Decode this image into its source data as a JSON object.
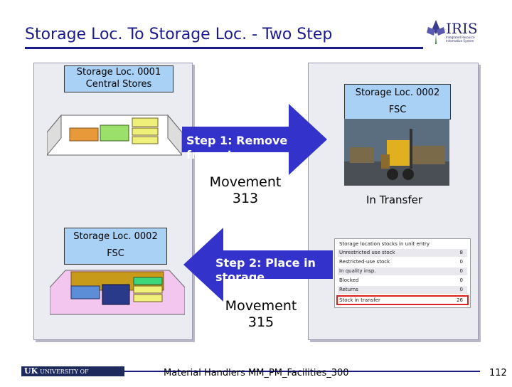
{
  "title": "Storage Loc. To Storage Loc. - Two Step",
  "logo": {
    "name": "IRIS",
    "tagline": "Integrated Resource Information System"
  },
  "panels": {
    "top_left_location": {
      "code": "Storage Loc. 0001",
      "name": "Central Stores"
    },
    "top_right_location": {
      "code": "Storage Loc. 0002",
      "name": "FSC"
    },
    "bottom_left_location": {
      "code": "Storage Loc. 0002",
      "name": "FSC"
    },
    "in_transfer_label": "In Transfer"
  },
  "steps": {
    "step1": {
      "line1": "Step 1: Remove",
      "line2": "from storage"
    },
    "movement1": {
      "line1": "Movement",
      "line2": "313"
    },
    "step2": {
      "line1": "Step 2: Place in",
      "line2": "storage"
    },
    "movement2": {
      "line1": "Movement",
      "line2": "315"
    }
  },
  "stock_table": {
    "header": "Storage location stocks in unit entry",
    "rows": [
      {
        "label": "Unrestricted use stock",
        "value": "8"
      },
      {
        "label": "Restricted-use stock",
        "value": "0"
      },
      {
        "label": "In quality insp.",
        "value": "0"
      },
      {
        "label": "Blocked",
        "value": "0"
      },
      {
        "label": "Returns",
        "value": "0"
      },
      {
        "label": "Stock in transfer",
        "value": "26"
      }
    ]
  },
  "footer": {
    "university": "UNIVERSITY OF KENTUCKY",
    "uk": "UK",
    "text": "Material Handlers MM_PM_Facilities_300",
    "page": "112"
  },
  "colors": {
    "arrow": "#3333cc",
    "location_box": "#a9d0f5",
    "title": "#1a1a8c",
    "highlight": "#dd2222"
  }
}
